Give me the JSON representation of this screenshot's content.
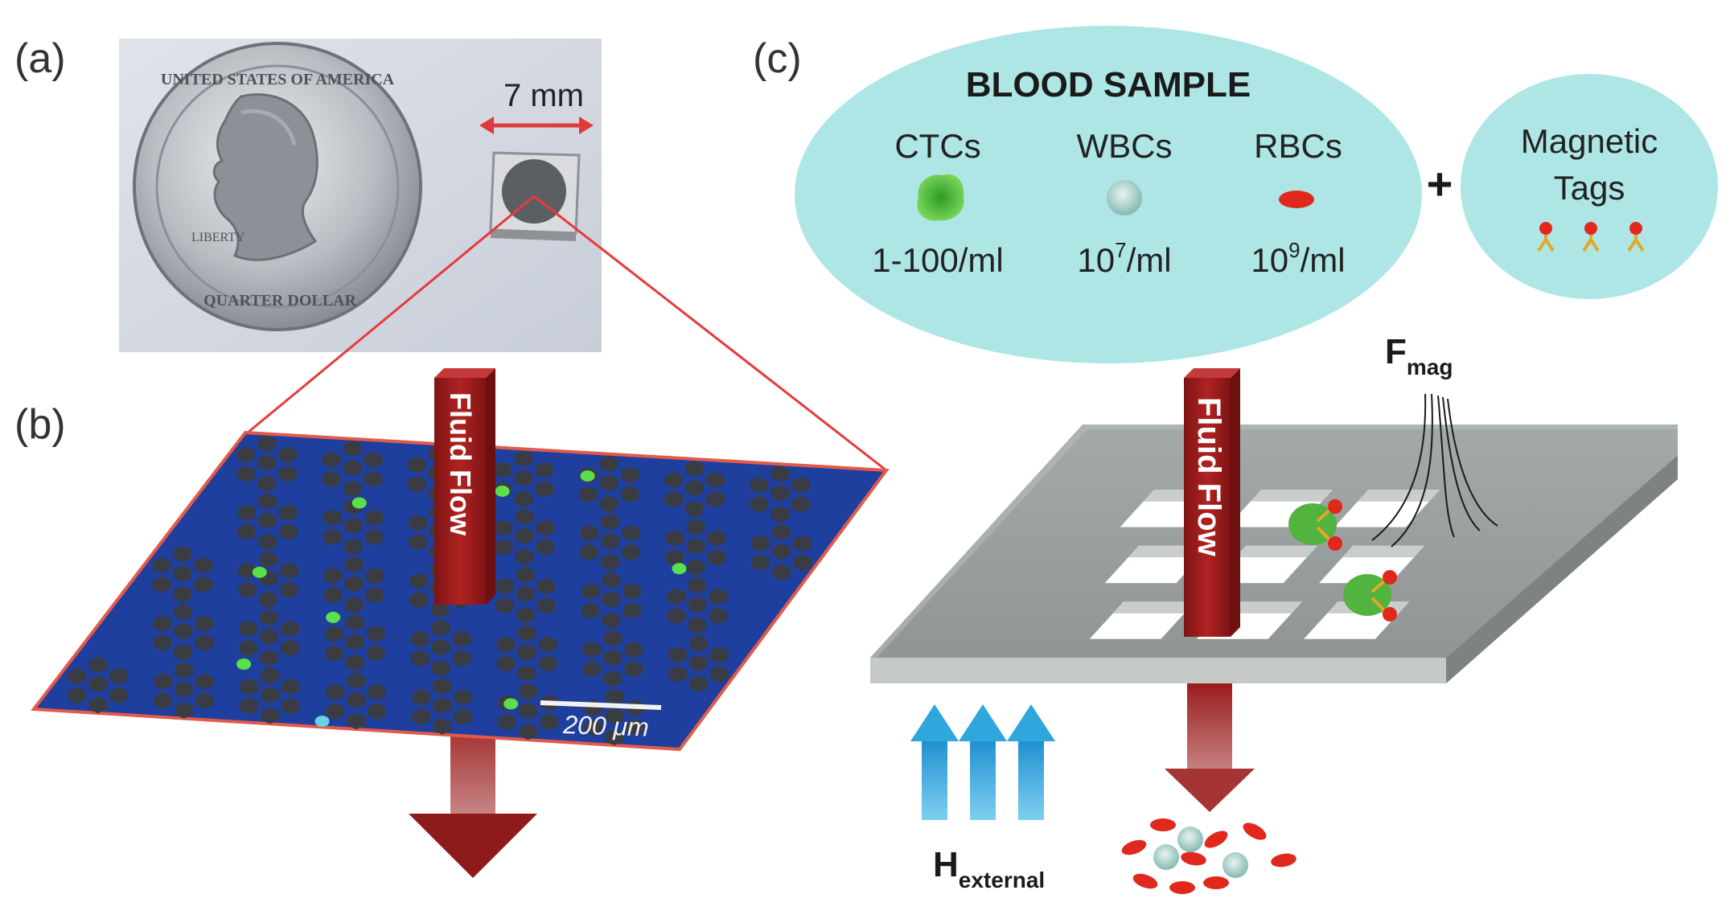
{
  "panels": {
    "a": "(a)",
    "b": "(b)",
    "c": "(c)"
  },
  "coin_photo": {
    "scale_label": "7 mm",
    "coin_text_top": "UNITED STATES OF AMERICA",
    "coin_text_bottom": "QUARTER DOLLAR",
    "coin_motto": "LIBERTY"
  },
  "micrograph": {
    "flow_label": "Fluid Flow",
    "scale_bar": "200 μm"
  },
  "blood_sample": {
    "title": "BLOOD SAMPLE",
    "cells": [
      {
        "name": "CTCs",
        "count_base": "1-100/ml",
        "count_exp": ""
      },
      {
        "name": "WBCs",
        "count_base": "10",
        "count_exp": "7",
        "count_unit": "/ml"
      },
      {
        "name": "RBCs",
        "count_base": "10",
        "count_exp": "9",
        "count_unit": "/ml"
      }
    ],
    "plus": "+"
  },
  "magnetic_tags": {
    "line1": "Magnetic",
    "line2": "Tags"
  },
  "device": {
    "flow_label": "Fluid Flow",
    "f_main": "F",
    "f_sub": "mag",
    "h_main": "H",
    "h_sub": "external"
  },
  "colors": {
    "flow_arrow": "#9b1c1c",
    "bubble_fill": "#aee6e6",
    "field_arrow": "#2fa6dc",
    "micrograph_bg": "#1f3f9e",
    "ctc_green": "#4cc43c",
    "rbc_red": "#e0281c",
    "device_grey": "#9aa1a0"
  }
}
